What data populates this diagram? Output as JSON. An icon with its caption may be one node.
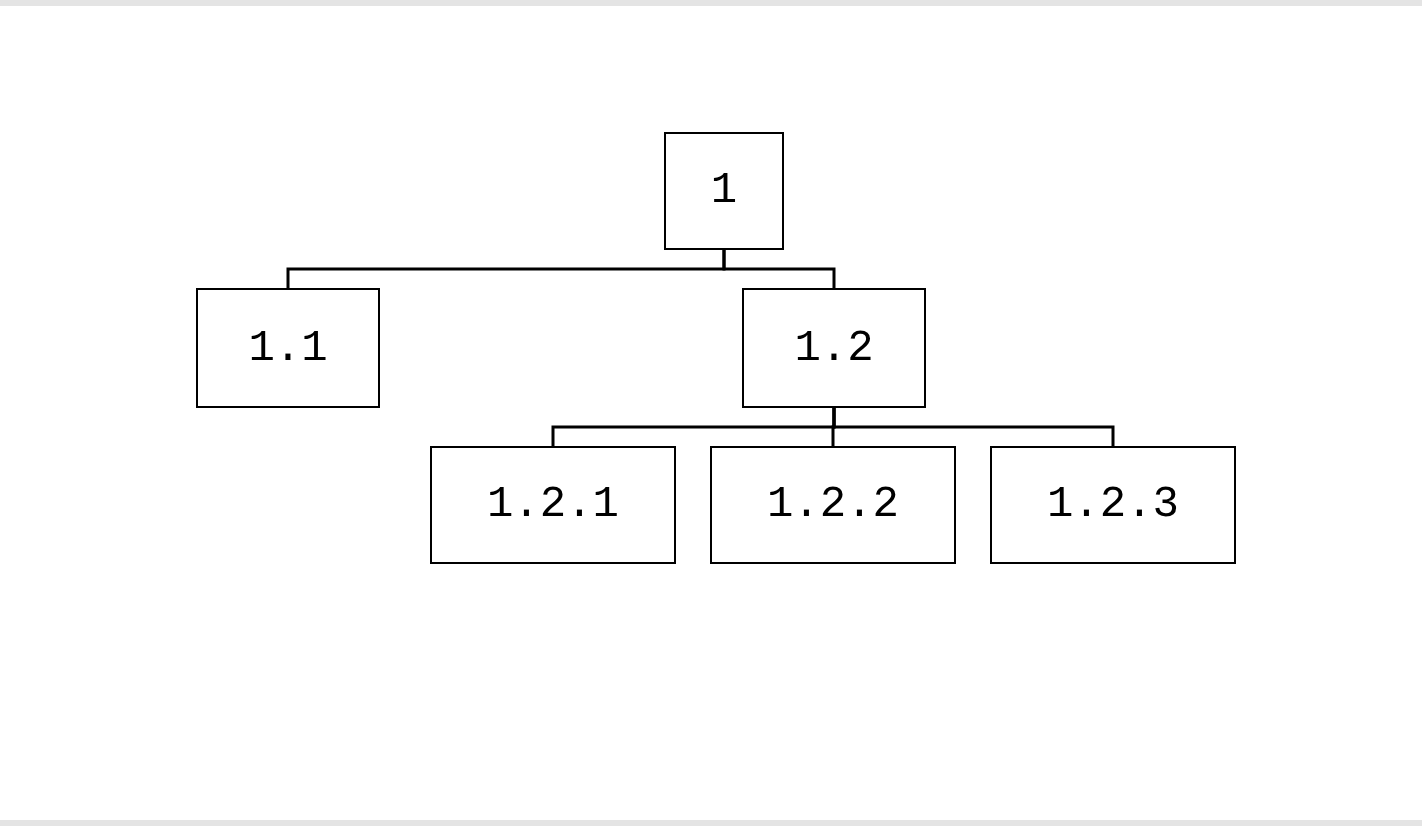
{
  "diagram": {
    "nodes": [
      {
        "text": [
          "1"
        ]
      },
      {
        "text": [
          "1.1"
        ]
      },
      {
        "text": [
          "1.2"
        ]
      },
      {
        "text": [
          "1.2.1"
        ]
      },
      {
        "text": [
          "1.2.2"
        ]
      },
      {
        "text": [
          "1.2.3"
        ]
      }
    ],
    "edges": [
      {
        "from": 0,
        "to": 1,
        "arrow": "none"
      },
      {
        "from": 0,
        "to": 2,
        "arrow": "none"
      },
      {
        "from": 2,
        "to": 3,
        "arrow": "none"
      },
      {
        "from": 2,
        "to": 4,
        "arrow": "none"
      },
      {
        "from": 2,
        "to": 5,
        "arrow": "none"
      }
    ]
  }
}
